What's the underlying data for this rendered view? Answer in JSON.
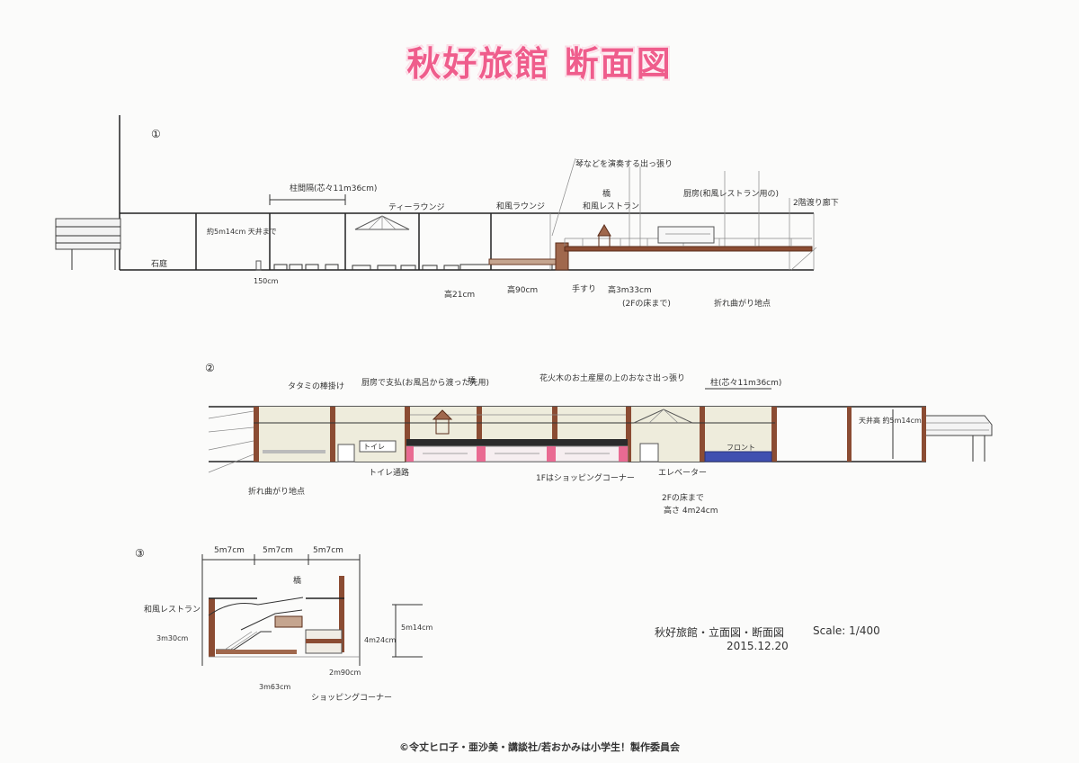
{
  "title": "秋好旅館 断面図",
  "sections": [
    "①",
    "②",
    "③"
  ],
  "annotations": {
    "s1": {
      "pillar_spacing": "柱間隔(芯々11m36cm)",
      "tea_lounge": "ティーラウンジ",
      "wafu_lounge": "和風ラウンジ",
      "wafu_restaurant": "和風レストラン",
      "bridge": "橋",
      "kitchen": "厨房(和風レストラン用の)",
      "corridor": "2階渡り廊下",
      "floating_beams": "琴などを演奏する出っ張り",
      "height_left": "約5m14cm 天井まで",
      "rock_garden": "石庭",
      "base_150": "150cm",
      "h21": "高21cm",
      "h90": "高90cm",
      "handrail": "手すり",
      "h333": "高3m33cm",
      "to_2f": "(2Fの床まで)",
      "ok_bend": "折れ曲がり地点"
    },
    "s2": {
      "tatami": "タタミの棒掛け",
      "kitchen_note": "厨房で支払(お風呂から渡った先用)",
      "bridge": "橋",
      "roof_note": "花火木のお土産屋の上のおなさ出っ張り",
      "pillar_spacing": "柱(芯々11m36cm)",
      "ceiling": "天井高 約5m14cm",
      "toilet": "トイレ",
      "toilet_passage": "トイレ通路",
      "shopping": "1Fはショッピングコーナー",
      "elevator": "エレベーター",
      "front": "フロント",
      "f2_floor": "2Fの床まで",
      "f2_height": "高さ 4m24cm",
      "bend": "折れ曲がり地点"
    },
    "s3": {
      "w1": "5m7cm",
      "w2": "5m7cm",
      "w3": "5m7cm",
      "bridge": "橋",
      "wafu_rest": "和風レストラン",
      "h330": "3m30cm",
      "h514": "5m14cm",
      "h424": "4m24cm",
      "h363": "3m63cm",
      "h290": "2m90cm",
      "shopping": "ショッピングコーナー"
    }
  },
  "info": {
    "name": "秋好旅館・立面図・断面図",
    "scale": "Scale: 1/400",
    "date": "2015.12.20"
  },
  "copyright": "©令丈ヒロ子・亜沙美・講談社/若おかみは小学生！製作委員会",
  "colors": {
    "title": "#ef5d8c",
    "wood": "#8b4c33",
    "pink": "#e96a92",
    "blue": "#4050b0",
    "line": "#333333",
    "cream": "#ece9d6"
  }
}
